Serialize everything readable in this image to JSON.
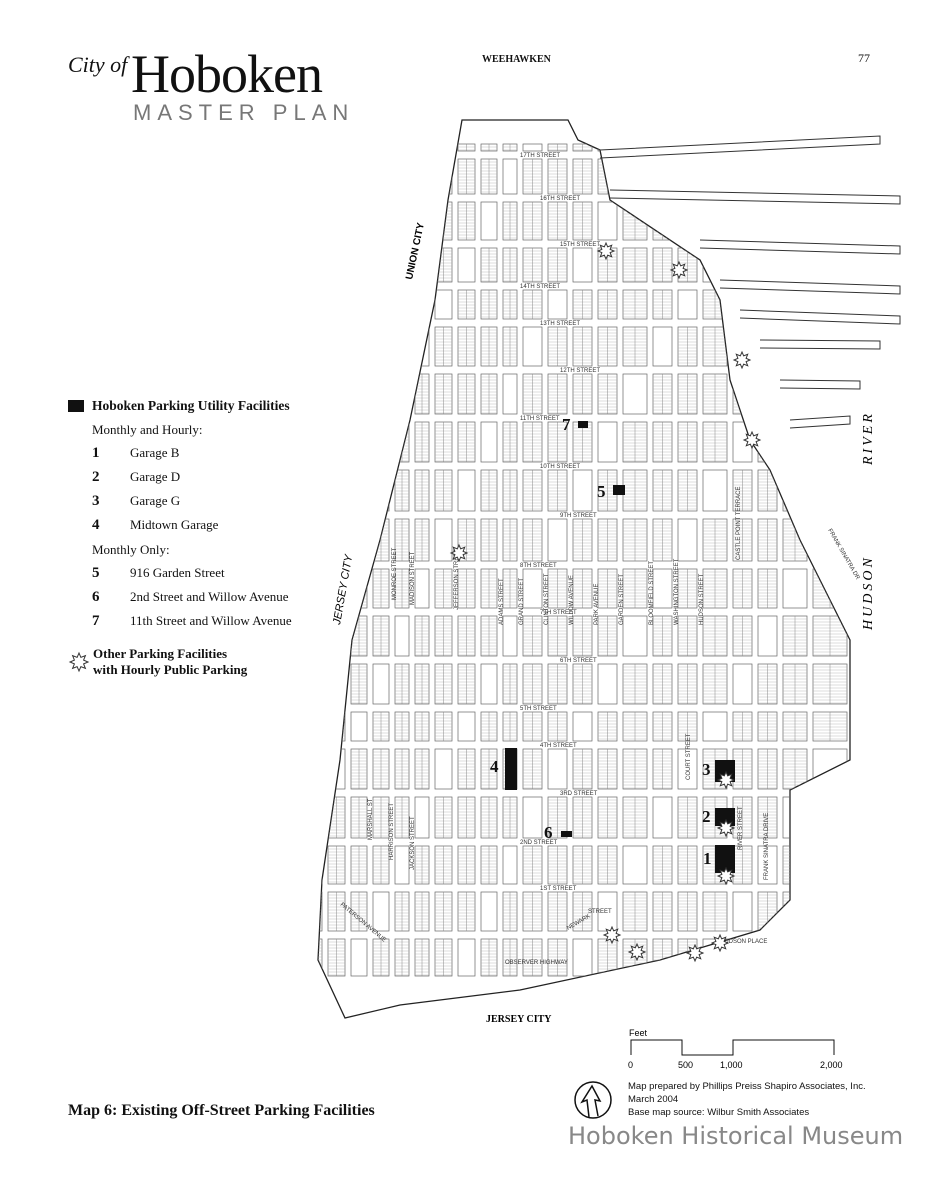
{
  "header": {
    "city_of": "City of",
    "hoboken": "Hoboken",
    "master_plan": "MASTER PLAN",
    "page_number": "77"
  },
  "map_labels": {
    "weehawken": "WEEHAWKEN",
    "union_city": "UNION CITY",
    "jersey_city_west": "JERSEY CITY",
    "jersey_city_south": "JERSEY CITY",
    "hudson": "HUDSON",
    "river": "RIVER"
  },
  "streets": {
    "horizontal": [
      "17TH STREET",
      "16TH STREET",
      "15TH STREET",
      "14TH STREET",
      "13TH STREET",
      "12TH STREET",
      "11TH STREET",
      "10TH STREET",
      "9TH STREET",
      "8TH STREET",
      "7TH STREET",
      "6TH STREET",
      "5TH STREET",
      "4TH STREET",
      "3RD STREET",
      "2ND STREET",
      "1ST STREET"
    ],
    "vertical": [
      "MARSHALL ST",
      "HARRISON STREET",
      "JACKSON STREET",
      "MONROE STREET",
      "MADISON STREET",
      "JEFFERSON STREET",
      "ADAMS STREET",
      "GRAND STREET",
      "CLINTON STREET",
      "WILLOW AVENUE",
      "PARK AVENUE",
      "GARDEN STREET",
      "BLOOMFIELD STREET",
      "WASHINGTON STREET",
      "HUDSON STREET",
      "CASTLE POINT TERRACE",
      "COURT STREET",
      "RIVER STREET",
      "FRANK SINATRA DRIVE"
    ],
    "other": [
      "PATERSON AVENUE",
      "NEWARK",
      "STREET",
      "OBSERVER HIGHWAY",
      "HUDSON PLACE",
      "FRANK SINATRA DR"
    ]
  },
  "legend": {
    "title": "Hoboken Parking Utility Facilities",
    "monthly_hourly": "Monthly and Hourly:",
    "monthly_only": "Monthly Only:",
    "facilities": [
      {
        "num": "1",
        "name": "Garage B"
      },
      {
        "num": "2",
        "name": "Garage D"
      },
      {
        "num": "3",
        "name": "Garage G"
      },
      {
        "num": "4",
        "name": "Midtown Garage"
      },
      {
        "num": "5",
        "name": "916 Garden Street"
      },
      {
        "num": "6",
        "name": "2nd Street and Willow Avenue"
      },
      {
        "num": "7",
        "name": "11th Street and Willow Avenue"
      }
    ],
    "other_line1": "Other Parking Facilities",
    "other_line2": "with Hourly Public Parking"
  },
  "scale": {
    "unit": "Feet",
    "ticks": [
      "0",
      "500",
      "1,000",
      "2,000"
    ]
  },
  "credits": {
    "line1": "Map prepared by Phillips Preiss Shapiro Associates, Inc.",
    "line2": "March 2004",
    "line3": "Base map source: Wilbur Smith Associates"
  },
  "map_title": "Map 6: Existing Off-Street Parking Facilities",
  "watermark": "Hoboken Historical Museum",
  "colors": {
    "facility": "#111111",
    "watermark": "#888888"
  }
}
